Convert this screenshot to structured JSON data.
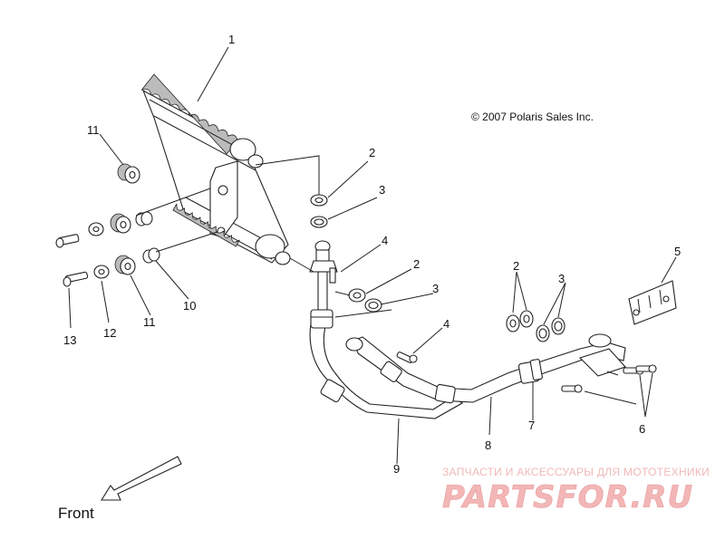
{
  "copyright": "© 2007 Polaris Sales Inc.",
  "front_label": "Front",
  "watermark": {
    "tagline": "ЗАПЧАСТИ И АКСЕССУАРЫ ДЛЯ МОТОТЕХНИКИ",
    "brand": "PARTSFOR.RU"
  },
  "callouts": {
    "c1": "1",
    "c2a": "2",
    "c3a": "3",
    "c4a": "4",
    "c2b": "2",
    "c3b": "3",
    "c4b": "4",
    "c5": "5",
    "c2c": "2",
    "c3c": "3",
    "c6": "6",
    "c7": "7",
    "c8": "8",
    "c9": "9",
    "c10": "10",
    "c11a": "11",
    "c11b": "11",
    "c12": "12",
    "c13": "13"
  }
}
